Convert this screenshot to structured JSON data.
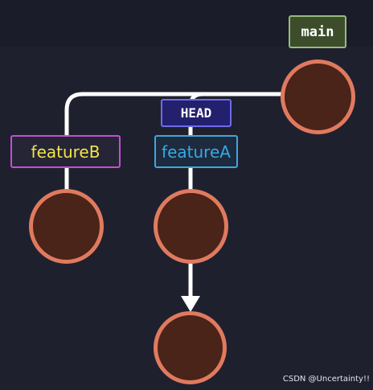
{
  "colors": {
    "background": "#1f202e",
    "commit_fill": "#4a2319",
    "commit_border": "#e07a5f",
    "edge": "#ffffff"
  },
  "labels": {
    "main": "main",
    "head": "HEAD",
    "featureB": "featureB",
    "featureA": "featureA"
  },
  "commits": [
    "main-commit",
    "featureB-commit",
    "featureA-commit",
    "new-commit"
  ],
  "watermark": "CSDN @Uncertainty!!"
}
